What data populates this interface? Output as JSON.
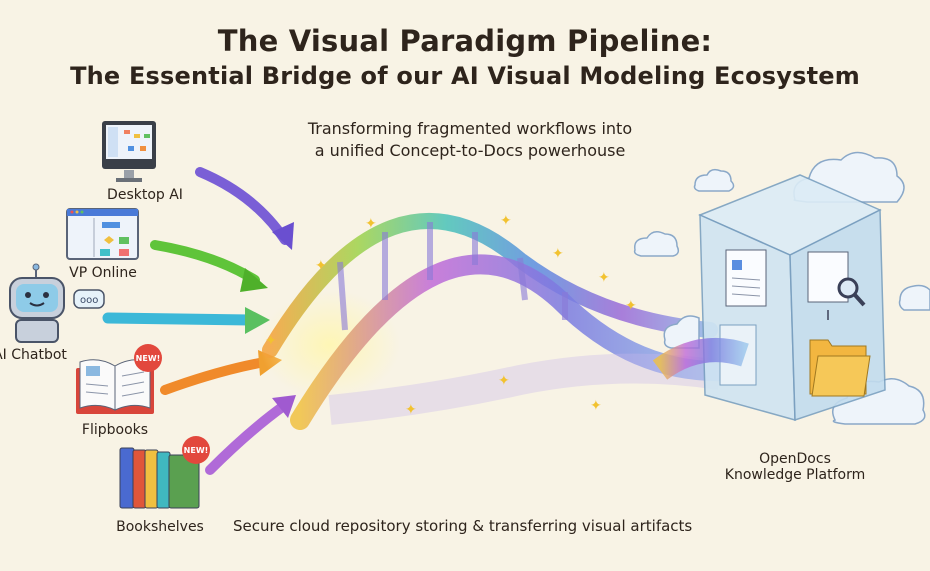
{
  "title": {
    "line1": "The Visual Paradigm Pipeline:",
    "line2": "The Essential Bridge of our AI Visual Modeling Ecosystem"
  },
  "subtitle": {
    "line1": "Transforming fragmented workflows into",
    "line2": "a unified Concept-to-Docs powerhouse"
  },
  "sources": [
    {
      "label": "Desktop AI",
      "icon": "desktop-monitor-icon"
    },
    {
      "label": "VP Online",
      "icon": "browser-window-icon"
    },
    {
      "label": "AI Chatbot",
      "icon": "robot-icon"
    },
    {
      "label": "Flipbooks",
      "icon": "open-book-icon",
      "badge": "NEW!"
    },
    {
      "label": "Bookshelves",
      "icon": "books-icon",
      "badge": "NEW!"
    }
  ],
  "destination": {
    "line1": "OpenDocs",
    "line2": "Knowledge Platform",
    "icon": "glass-repository-icon"
  },
  "caption": "Secure cloud repository storing & transferring visual artifacts",
  "colors": {
    "background": "#f8f3e5",
    "badge": "#e2483d",
    "arrow_desktop": "#7a5fd6",
    "arrow_vponline": "#5fc43a",
    "arrow_chatbot": "#3cb8d8",
    "arrow_flipbooks": "#f08a2a",
    "arrow_bookshelves": "#b06ad8"
  }
}
